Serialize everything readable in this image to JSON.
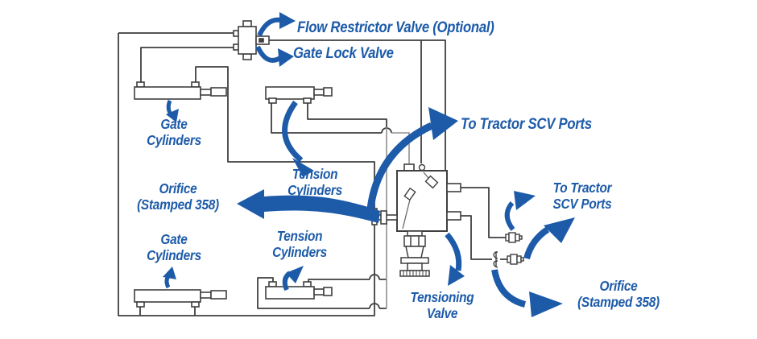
{
  "diagram": {
    "type": "hydraulic-schematic",
    "labels": {
      "flow_restrictor_valve": "Flow Restrictor Valve (Optional)",
      "gate_lock_valve": "Gate Lock Valve",
      "gate_cylinders_top": {
        "line1": "Gate",
        "line2": "Cylinders"
      },
      "tension_cylinders_top": {
        "line1": "Tension",
        "line2": "Cylinders"
      },
      "orifice_left": {
        "line1": "Orifice",
        "line2": "(Stamped 358)"
      },
      "gate_cylinders_bottom": {
        "line1": "Gate",
        "line2": "Cylinders"
      },
      "tension_cylinders_bottom": {
        "line1": "Tension",
        "line2": "Cylinders"
      },
      "to_tractor_scv_ports_top": "To Tractor SCV Ports",
      "to_tractor_scv_ports_right": {
        "line1": "To Tractor",
        "line2": "SCV Ports"
      },
      "tensioning_valve": {
        "line1": "Tensioning",
        "line2": "Valve"
      },
      "orifice_right": {
        "line1": "Orifice",
        "line2": "(Stamped 358)"
      }
    },
    "colors": {
      "label_blue": "#1d5ba9",
      "arrow_blue": "#1d5ba9",
      "line_dark": "#3f3f3f",
      "line_gray": "#909090",
      "background": "#ffffff"
    }
  }
}
